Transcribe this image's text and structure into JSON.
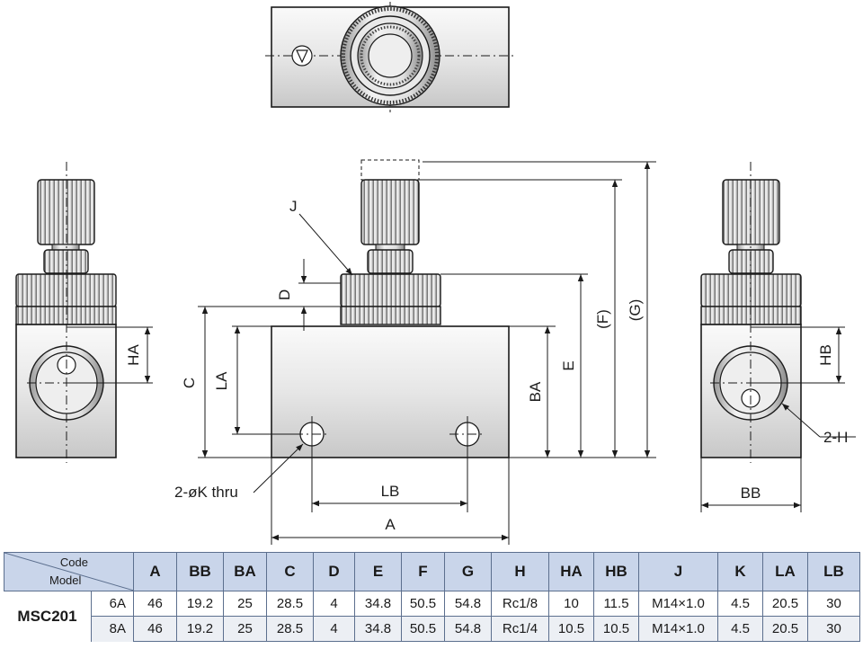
{
  "drawing": {
    "labels": {
      "J": "J",
      "D": "D",
      "C": "C",
      "LA": "LA",
      "BA": "BA",
      "E": "E",
      "F": "(F)",
      "G": "(G)",
      "HA": "HA",
      "HB": "HB",
      "H": "2-H",
      "K": "2-øK thru",
      "LB": "LB",
      "A": "A",
      "BB": "BB"
    }
  },
  "table": {
    "corner_top": "Code",
    "corner_bottom": "Model",
    "headers": [
      "A",
      "BB",
      "BA",
      "C",
      "D",
      "E",
      "F",
      "G",
      "H",
      "HA",
      "HB",
      "J",
      "K",
      "LA",
      "LB"
    ],
    "model": "MSC201",
    "rows": [
      {
        "size": "6A",
        "values": [
          "46",
          "19.2",
          "25",
          "28.5",
          "4",
          "34.8",
          "50.5",
          "54.8",
          "Rc1/8",
          "10",
          "11.5",
          "M14×1.0",
          "4.5",
          "20.5",
          "30"
        ]
      },
      {
        "size": "8A",
        "values": [
          "46",
          "19.2",
          "25",
          "28.5",
          "4",
          "34.8",
          "50.5",
          "54.8",
          "Rc1/4",
          "10.5",
          "10.5",
          "M14×1.0",
          "4.5",
          "20.5",
          "30"
        ]
      }
    ]
  }
}
